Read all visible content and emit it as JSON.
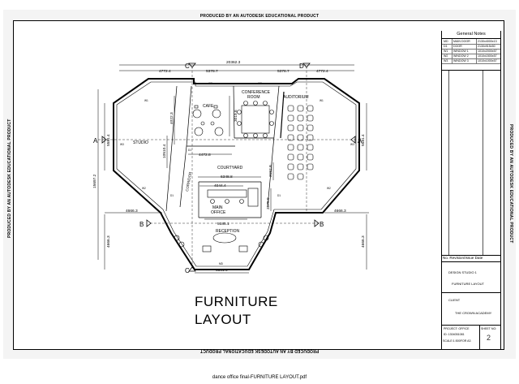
{
  "watermark": "PRODUCED BY AN AUTODESK EDUCATIONAL PRODUCT",
  "drawing_title": [
    "FURNITURE",
    "LAYOUT"
  ],
  "caption": "dance office final-FURNITURE LAYOUT.pdf",
  "general_notes": {
    "title": "General Notes",
    "rows": [
      {
        "id": "MD",
        "name": "MAIN DOOR",
        "size": "2130x4000x13"
      },
      {
        "id": "D1",
        "name": "DOOR",
        "size": "2130x915x50"
      },
      {
        "id": "W1",
        "name": "WINDOW 1",
        "size": "1010x2000x57"
      },
      {
        "id": "W2",
        "name": "WINDOW 2",
        "size": "1010x1500x57"
      },
      {
        "id": "W3",
        "name": "WINDOW 3",
        "size": "1010x1000x57"
      }
    ]
  },
  "title_block": {
    "revision_header": "No. Revision/Issue Date",
    "course": "DESIGN STUDIO 1",
    "sheet_title": "FURNITURE LAYOUT",
    "client_label": "CLIENT",
    "client": "THE CROWN ACADEMY",
    "project": "PROJECT: OFFICE",
    "student_id": "ID: 1304051081",
    "scale": "SCALE:1:500FOR A3",
    "sheet_label": "SHEET NO:",
    "sheet_no": "2"
  },
  "rooms": {
    "cafe": "CAFE",
    "conference": [
      "CONFERENCE",
      "ROOM"
    ],
    "auditorium": "AUDITORIUM",
    "studio": "STUDIO",
    "courtyard": "COURTYARD",
    "corridor": "CORRIDOR",
    "main_office": [
      "MAIN",
      "OFFICE"
    ],
    "reception": "RECEPTION"
  },
  "dimensions": {
    "overall_width": "20362.3",
    "top_left": "4772.4",
    "top_mid_left": "5378.7",
    "top_mid_right": "5378.7",
    "top_right": "4772.4",
    "left_height": "15697.2",
    "studio_depth": "5581.4",
    "right_depth": "5581.4",
    "left_lower": "4666.3",
    "right_lower": "4666.3",
    "left_bottom": "4666.3",
    "right_bottom": "4666.3",
    "cafe_height": "4022.3",
    "conference_height": "3019.6",
    "corridor_height": "10510.4",
    "corridor_top": "4472.8",
    "courtyard_width": "6348.8",
    "courtyard_right": "3152.8",
    "office_width": "4044.4",
    "office_right": "3175.9",
    "reception_top": "5185.1",
    "bottom_width": "5581.4"
  },
  "section_marks": {
    "a": "A",
    "b": "B",
    "c": "C",
    "d": "D"
  },
  "wall_tags": {
    "w1": "W1",
    "w2": "W2",
    "w3": "W3",
    "d1": "D1",
    "md": "MD"
  }
}
